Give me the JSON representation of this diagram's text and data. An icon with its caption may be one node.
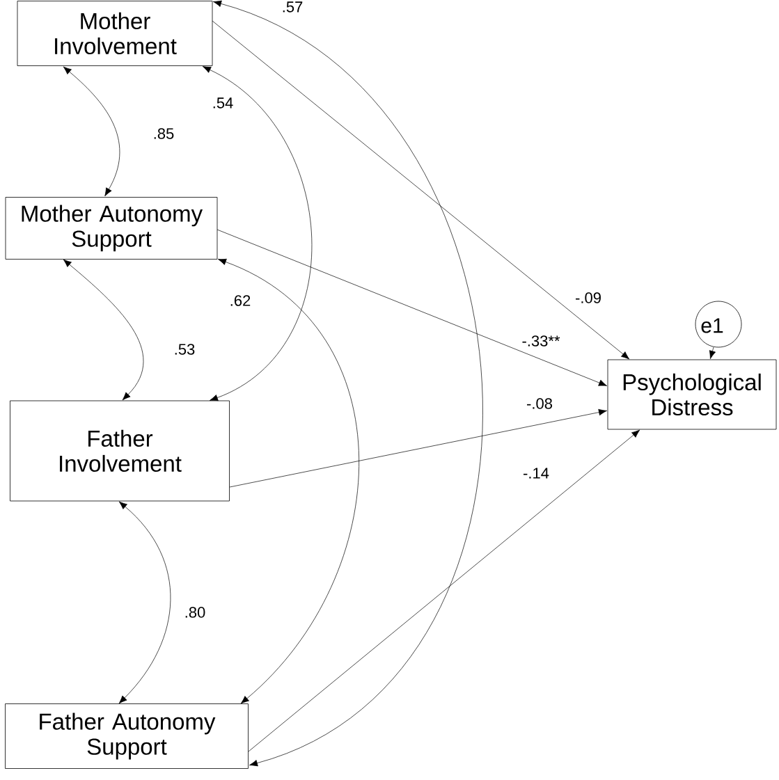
{
  "diagram": {
    "nodes": [
      {
        "text": [
          "Mother Involvement"
        ]
      },
      {
        "text": [
          "Mother Autonomy Support"
        ]
      },
      {
        "text": [
          "Father Involvement"
        ]
      },
      {
        "text": [
          "Father Autonomy Support"
        ]
      },
      {
        "text": [
          "Psychological Distress"
        ]
      },
      {
        "text": [
          "e1"
        ]
      }
    ],
    "edges": [
      {
        "from": 0,
        "to": 1,
        "arrow": "both",
        "label": ".85"
      },
      {
        "from": 0,
        "to": 2,
        "arrow": "both",
        "label": ".54"
      },
      {
        "from": 0,
        "to": 3,
        "arrow": "both",
        "label": ".57"
      },
      {
        "from": 1,
        "to": 2,
        "arrow": "both",
        "label": ".53"
      },
      {
        "from": 1,
        "to": 3,
        "arrow": "both",
        "label": ".62"
      },
      {
        "from": 2,
        "to": 3,
        "arrow": "both",
        "label": ".80"
      },
      {
        "from": 0,
        "to": 4,
        "arrow": "to",
        "label": "-.09"
      },
      {
        "from": 1,
        "to": 4,
        "arrow": "to",
        "label": "-.33**"
      },
      {
        "from": 2,
        "to": 4,
        "arrow": "to",
        "label": "-.08"
      },
      {
        "from": 3,
        "to": 4,
        "arrow": "to",
        "label": "-.14"
      },
      {
        "from": 5,
        "to": 4,
        "arrow": "to"
      }
    ]
  }
}
